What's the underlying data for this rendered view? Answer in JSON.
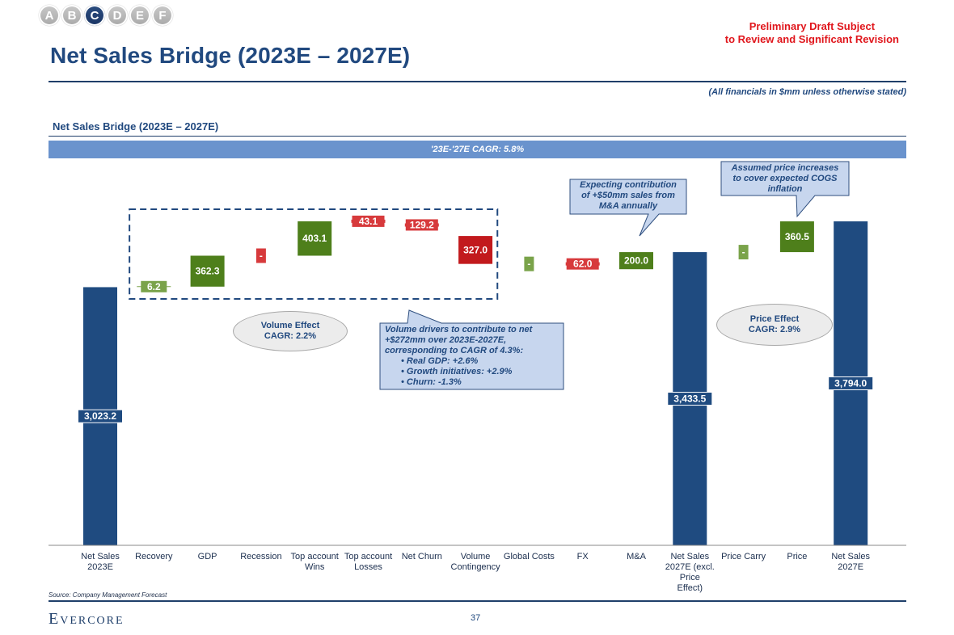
{
  "nav": {
    "sections": [
      "A",
      "B",
      "C",
      "D",
      "E",
      "F"
    ],
    "active": "C"
  },
  "header": {
    "draft_notice": "Preliminary Draft Subject\nto Review and Significant Revision",
    "title": "Net Sales Bridge (2023E – 2027E)",
    "units_note": "(All financials in $mm unless otherwise stated)",
    "subtitle": "Net Sales Bridge (2023E – 2027E)",
    "cagr_banner": "'23E-'27E CAGR: 5.8%"
  },
  "annotations": {
    "volume_effect": "Volume Effect\nCAGR: 2.2%",
    "price_effect": "Price Effect\nCAGR: 2.9%",
    "volume_drivers": {
      "intro": "Volume drivers to contribute to net +$272mm over 2023E-2027E, corresponding to CAGR of 4.3%:",
      "bullets": [
        "Real GDP: +2.6%",
        "Growth initiatives: +2.9%",
        "Churn: -1.3%"
      ]
    },
    "ma_note": "Expecting contribution\nof +$50mm sales from\nM&A annually",
    "price_note": "Assumed price increases\nto cover expected COGS\ninflation"
  },
  "chart_data": {
    "type": "bar",
    "subtype": "waterfall",
    "categories": [
      "Net Sales 2023E",
      "Recovery",
      "GDP",
      "Recession",
      "Top account Wins",
      "Top account Losses",
      "Net Churn",
      "Volume Contingency",
      "Global Costs",
      "FX",
      "M&A",
      "Net Sales 2027E (excl. Price Effect)",
      "Price Carry",
      "Price",
      "Net Sales 2027E"
    ],
    "steps": [
      {
        "kind": "total",
        "value": 3023.2,
        "label": "3,023.2"
      },
      {
        "kind": "increase",
        "value": 6.2,
        "label": "6.2"
      },
      {
        "kind": "increase",
        "value": 362.3,
        "label": "362.3"
      },
      {
        "kind": "decrease",
        "value": 0,
        "label": "-"
      },
      {
        "kind": "increase",
        "value": 403.1,
        "label": "403.1"
      },
      {
        "kind": "decrease",
        "value": 43.1,
        "label": "43.1"
      },
      {
        "kind": "decrease",
        "value": 129.2,
        "label": "129.2"
      },
      {
        "kind": "decrease",
        "value": 327.0,
        "label": "327.0"
      },
      {
        "kind": "increase",
        "value": 0,
        "label": "-"
      },
      {
        "kind": "decrease",
        "value": 62.0,
        "label": "62.0"
      },
      {
        "kind": "increase",
        "value": 200.0,
        "label": "200.0"
      },
      {
        "kind": "total",
        "value": 3433.5,
        "label": "3,433.5"
      },
      {
        "kind": "increase",
        "value": 0,
        "label": "-"
      },
      {
        "kind": "increase",
        "value": 360.5,
        "label": "360.5"
      },
      {
        "kind": "total",
        "value": 3794.0,
        "label": "3,794.0"
      }
    ],
    "colors": {
      "total": "#1f4b80",
      "increase": "#4e7f1b",
      "increase_light": "#7aa34a",
      "decrease": "#c21a1d",
      "decrease_light": "#d73a3c"
    },
    "grid": false,
    "legend": "none"
  },
  "footer": {
    "source": "Source: Company Management Forecast",
    "logo": "Evercore",
    "page_number": "37"
  }
}
